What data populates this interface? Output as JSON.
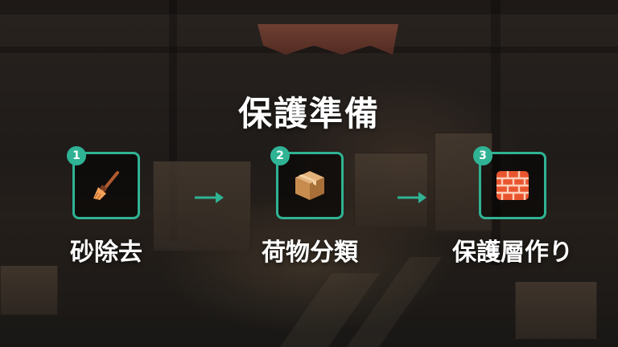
{
  "title": "保護準備",
  "steps": [
    {
      "number": "1",
      "icon": "broom-icon",
      "label": "砂除去"
    },
    {
      "number": "2",
      "icon": "package-icon",
      "label": "荷物分類"
    },
    {
      "number": "3",
      "icon": "brick-icon",
      "label": "保護層作り"
    }
  ],
  "colors": {
    "accent": "#2fb394",
    "text": "#ffffff",
    "box_background": "#000000"
  }
}
